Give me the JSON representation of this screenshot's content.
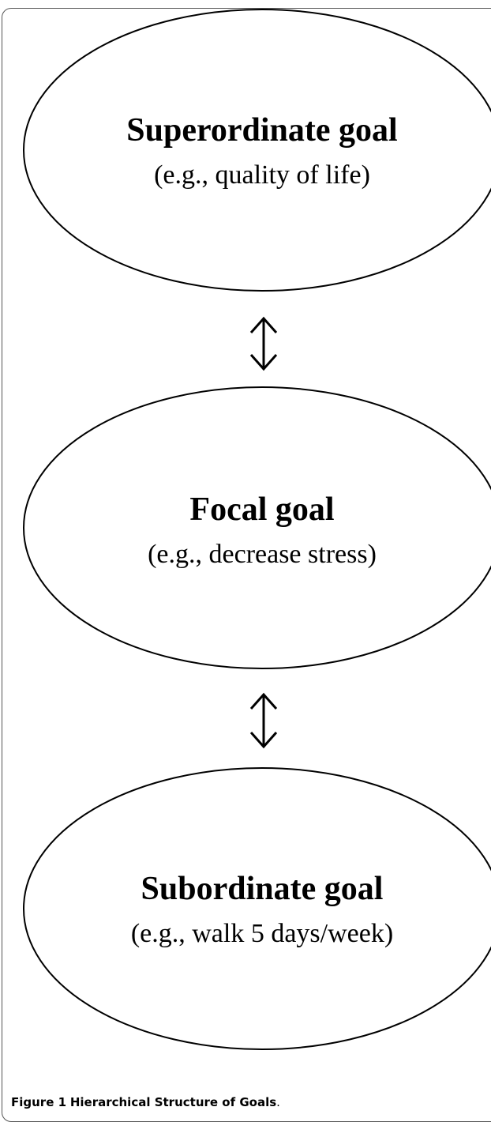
{
  "goals": [
    {
      "title": "Superordinate goal",
      "example": "(e.g., quality of life)"
    },
    {
      "title": "Focal goal",
      "example": "(e.g., decrease stress)"
    },
    {
      "title": "Subordinate goal",
      "example": "(e.g., walk 5 days/week)"
    }
  ],
  "caption": {
    "label": "Figure 1",
    "text": "Hierarchical Structure of Goals",
    "period": "."
  },
  "colors": {
    "stroke": "#000000",
    "frame": "#555555"
  }
}
